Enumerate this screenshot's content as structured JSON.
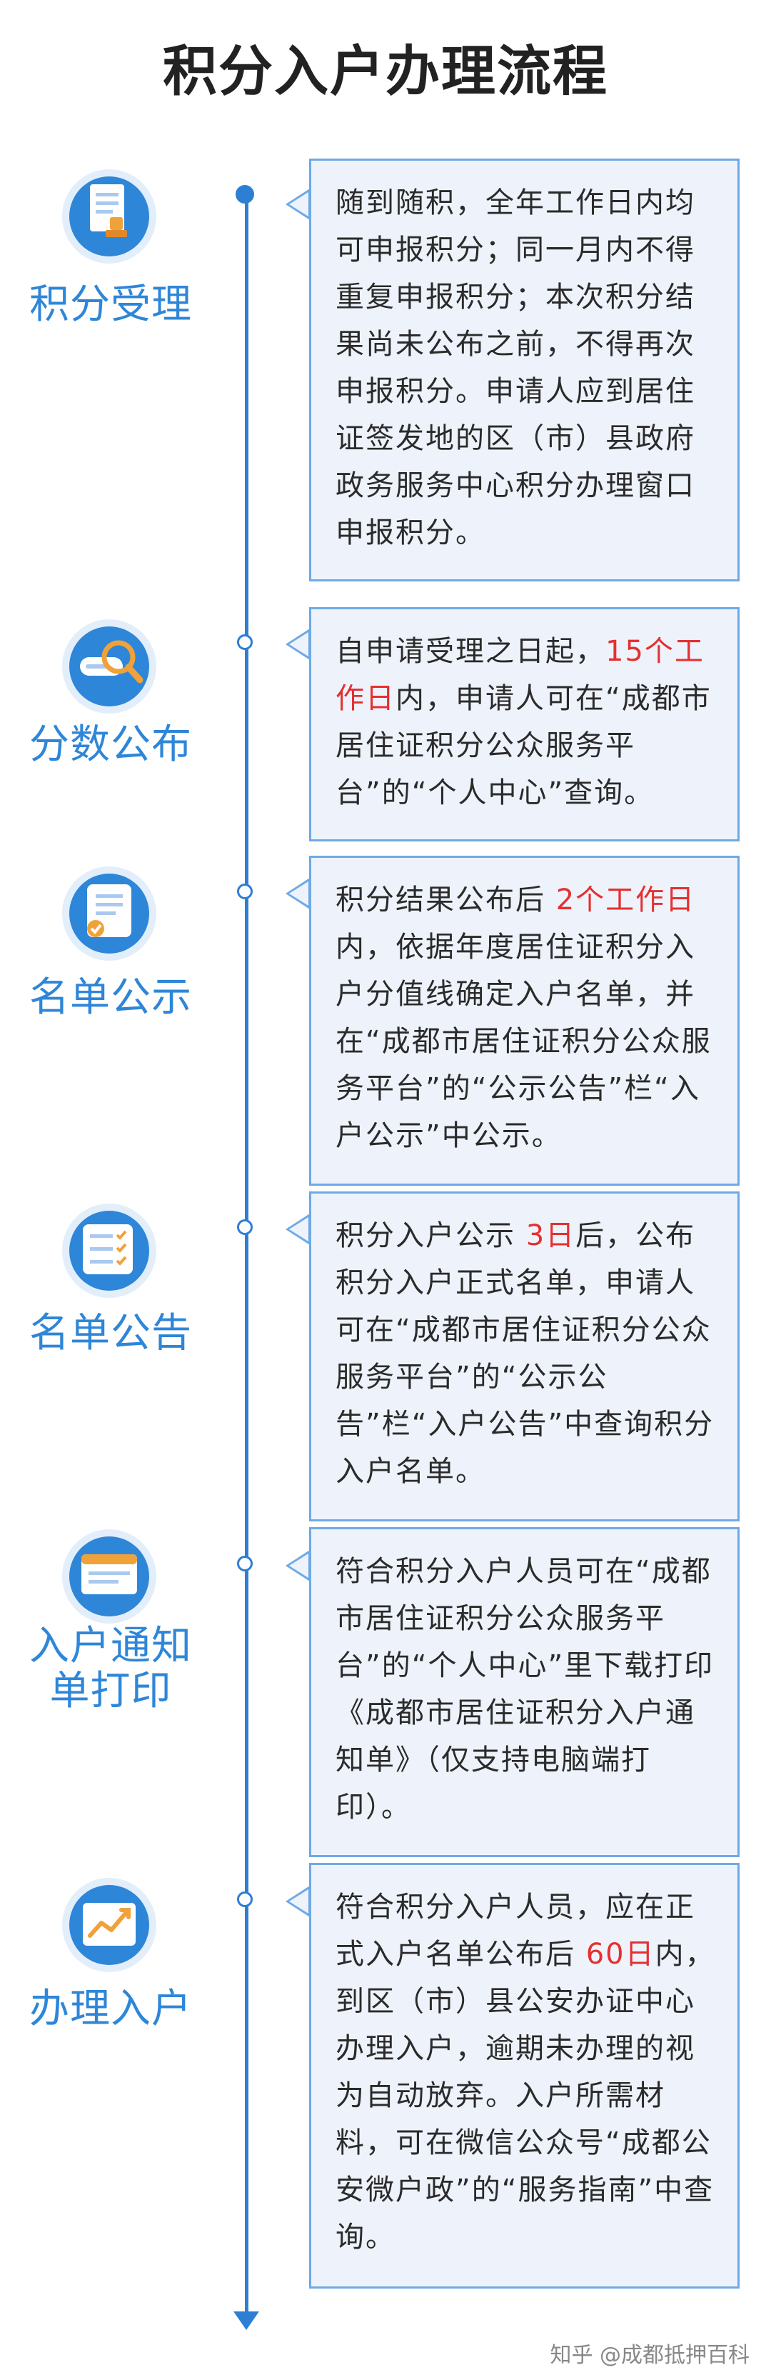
{
  "title": "积分入户办理流程",
  "watermark": "知乎 @成都抵押百科",
  "colors": {
    "accent_blue": "#2d7fd3",
    "label_blue": "#2e86d8",
    "card_bg": "#eef3fb",
    "card_border": "#6ea9e6",
    "highlight_red": "#e53030"
  },
  "steps": [
    {
      "label": "积分受理",
      "icon": "document-seal-icon",
      "content": {
        "a": "随到随积，全年工作日内均可申报积分；同一月内不得重复申报积分；本次积分结果尚未公布之前，不得再次申报积分。申请人应到居住证签发地的区（市）县政府政务服务中心积分办理窗口申报积分。"
      }
    },
    {
      "label": "分数公布",
      "icon": "magnifier-search-icon",
      "content": {
        "a": "自申请受理之日起，",
        "highlight": "15个工作日",
        "b": "内，申请人可在“成都市居住证积分公众服务平台”的“个人中心”查询。"
      }
    },
    {
      "label": "名单公示",
      "icon": "scroll-list-icon",
      "content": {
        "a": "积分结果公布后 ",
        "highlight": "2个工作日",
        "b": "内，依据年度居住证积分入户分值线确定入户名单，并在“成都市居住证积分公众服务平台”的“公示公告”栏“入户公示”中公示。"
      }
    },
    {
      "label": "名单公告",
      "icon": "checklist-icon",
      "content": {
        "a": "积分入户公示 ",
        "highlight": "3日",
        "b": "后，公布积分入户正式名单，申请人可在“成都市居住证积分公众服务平台”的“公示公告”栏“入户公告”中查询积分入户名单。"
      }
    },
    {
      "label_line1": "入户通知",
      "label_line2": "单打印",
      "icon": "notice-card-icon",
      "content": {
        "a": "符合积分入户人员可在“成都市居住证积分公众服务平台”的“个人中心”里下载打印《成都市居住证积分入户通知单》（仅支持电脑端打印）。"
      }
    },
    {
      "label": "办理入户",
      "icon": "trend-chart-icon",
      "content": {
        "a": "符合积分入户人员，应在正式入户名单公布后 ",
        "highlight": "60日",
        "b": "内，到区（市）县公安办证中心办理入户，逾期未办理的视为自动放弃。入户所需材料，可在微信公众号“成都公安微户政”的“服务指南”中查询。"
      }
    }
  ]
}
